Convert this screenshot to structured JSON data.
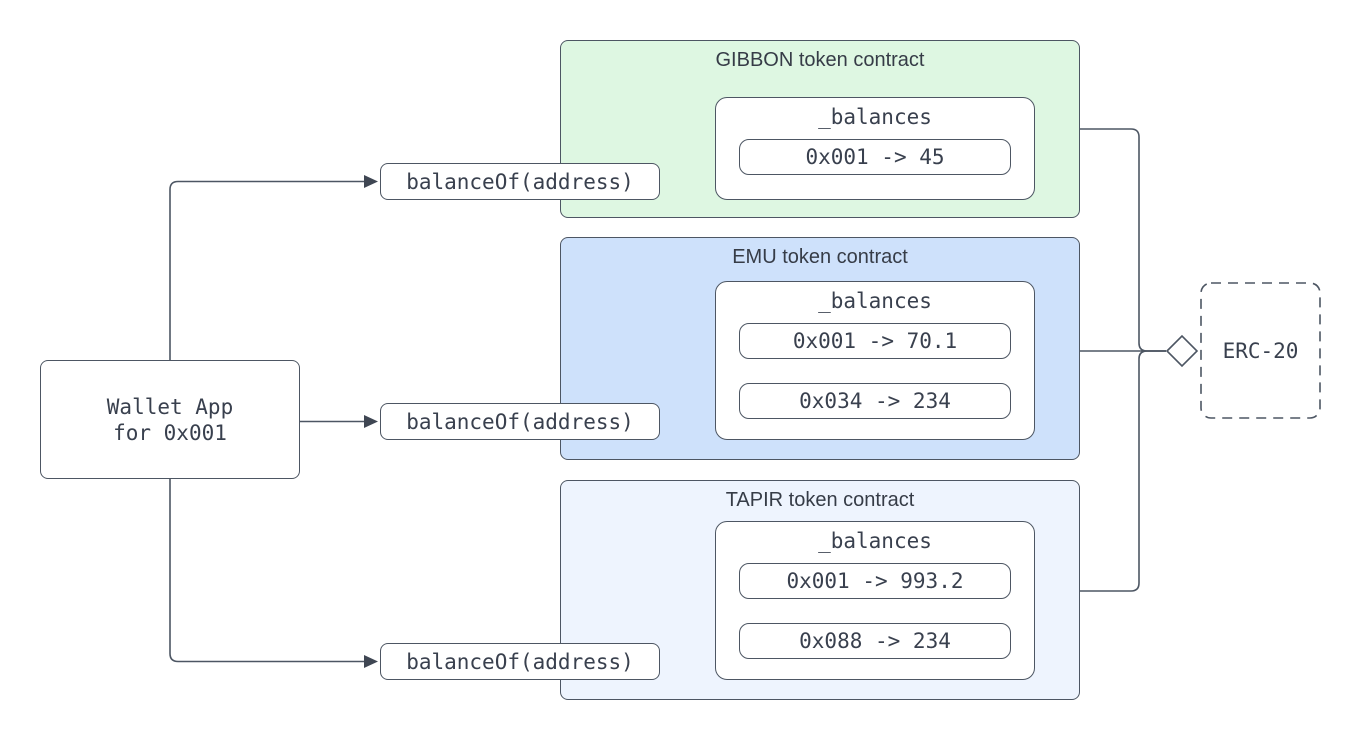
{
  "wallet": {
    "line1": "Wallet App",
    "line2": "for 0x001"
  },
  "method_label": "balanceOf(address)",
  "contracts": [
    {
      "name": "GIBBON token contract",
      "map_label": "_balances",
      "entries": [
        "0x001 -> 45"
      ],
      "fill": "#def7e2"
    },
    {
      "name": "EMU token contract",
      "map_label": "_balances",
      "entries": [
        "0x001 -> 70.1",
        "0x034 -> 234"
      ],
      "fill": "#cee1fb"
    },
    {
      "name": "TAPIR token contract",
      "map_label": "_balances",
      "entries": [
        "0x001 -> 993.2",
        "0x088 -> 234"
      ],
      "fill": "#eef4fe"
    }
  ],
  "interface": {
    "label": "ERC-20"
  },
  "colors": {
    "stroke": "#4d5663",
    "text": "#39404e",
    "node_fill": "#ffffff"
  }
}
